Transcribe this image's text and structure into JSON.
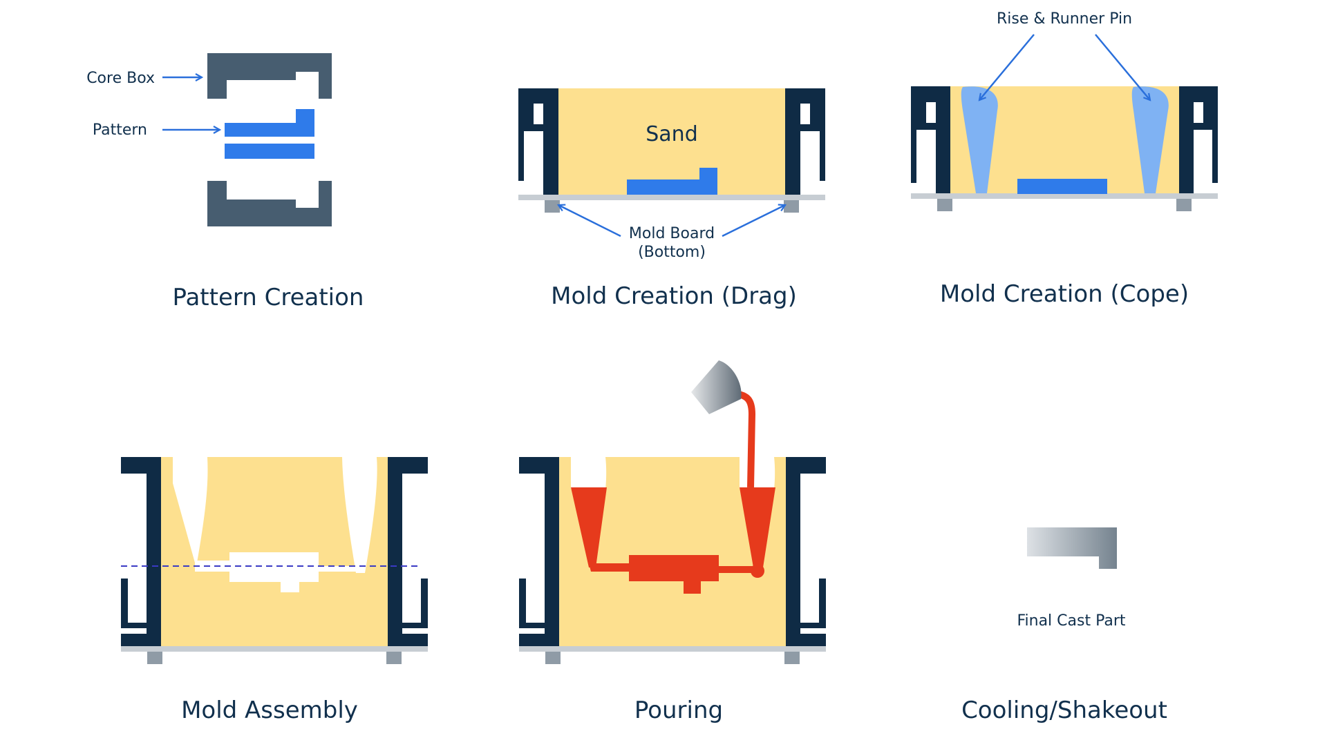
{
  "colors": {
    "frame": "#0f2b45",
    "sand": "#fde08f",
    "pattern": "#2f7bea",
    "pin": "#7fb2f3",
    "molten": "#e63a1c",
    "core_box": "#475d70",
    "board": "#c7cdd3",
    "foot": "#8f9ba6",
    "arrow": "#2a6fdb",
    "dash": "#3a3ac4",
    "text": "#11304d"
  },
  "panels": {
    "pattern_creation": {
      "title": "Pattern Creation",
      "core_box_label": "Core Box",
      "pattern_label": "Pattern"
    },
    "mold_drag": {
      "title": "Mold Creation (Drag)",
      "sand_label": "Sand",
      "board_label_line1": "Mold Board",
      "board_label_line2": "(Bottom)"
    },
    "mold_cope": {
      "title": "Mold Creation (Cope)",
      "pin_label": "Rise & Runner Pin"
    },
    "mold_assembly": {
      "title": "Mold Assembly"
    },
    "pouring": {
      "title": "Pouring"
    },
    "cooling": {
      "title": "Cooling/Shakeout",
      "part_label": "Final Cast Part"
    }
  }
}
